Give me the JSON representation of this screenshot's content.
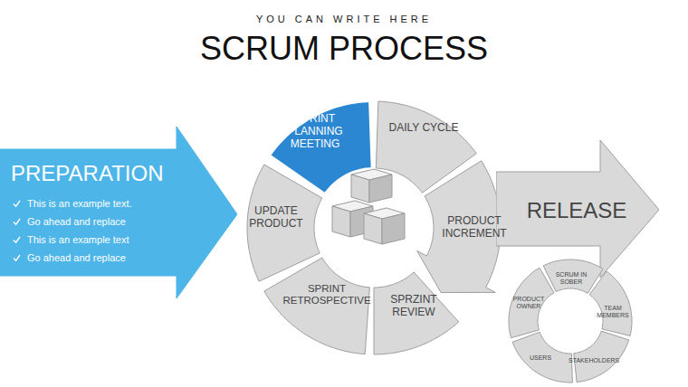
{
  "diagram": {
    "title": "SCRUM PROCESS",
    "nodes": [
      {
        "text": [
          "PREPARATION",
          "This is an example text.",
          "Go ahead and replace",
          "This is an example text",
          "Go ahead and replace"
        ]
      },
      {
        "text": [
          "SPRINT PLANNING MEETING"
        ]
      },
      {
        "text": [
          "DAILY CYCLE"
        ]
      },
      {
        "text": [
          "PRODUCT INCREMENT"
        ]
      },
      {
        "text": [
          "SPRZINT REVIEW"
        ]
      },
      {
        "text": [
          "SPRINT RETROSPECTIVE"
        ]
      },
      {
        "text": [
          "UPDATE PRODUCT"
        ]
      },
      {
        "text": [
          "RELEASE"
        ]
      },
      {
        "text": [
          "SCRUM IN SOBER"
        ]
      },
      {
        "text": [
          "TEAM MEMBERS"
        ]
      },
      {
        "text": [
          "STAKEHOLDERS"
        ]
      },
      {
        "text": [
          "USERS"
        ]
      },
      {
        "text": [
          "PRODUCT OWNER"
        ]
      }
    ],
    "labels": [
      "YOU CAN WRITE HERE"
    ]
  }
}
